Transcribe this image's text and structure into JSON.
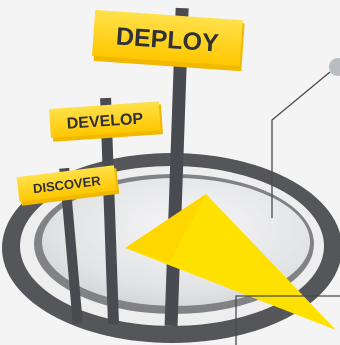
{
  "signs": {
    "deploy": "DEPLOY",
    "develop": "DEVELOP",
    "discover": "DISCOVER"
  },
  "colors": {
    "background": "#f4f4f4",
    "sign_yellow": "#ffd21f",
    "sign_yellow_shadow": "#f0b800",
    "pointer_yellow": "#ffe100",
    "post_dark": "#4a4b50",
    "ring_dark": "#55565a",
    "ring_inner": "#c9cbcf",
    "bowl_fill": "#e6e7e9",
    "callout_line": "#4a4a4a",
    "callout_dot": "#b9bcc0"
  }
}
